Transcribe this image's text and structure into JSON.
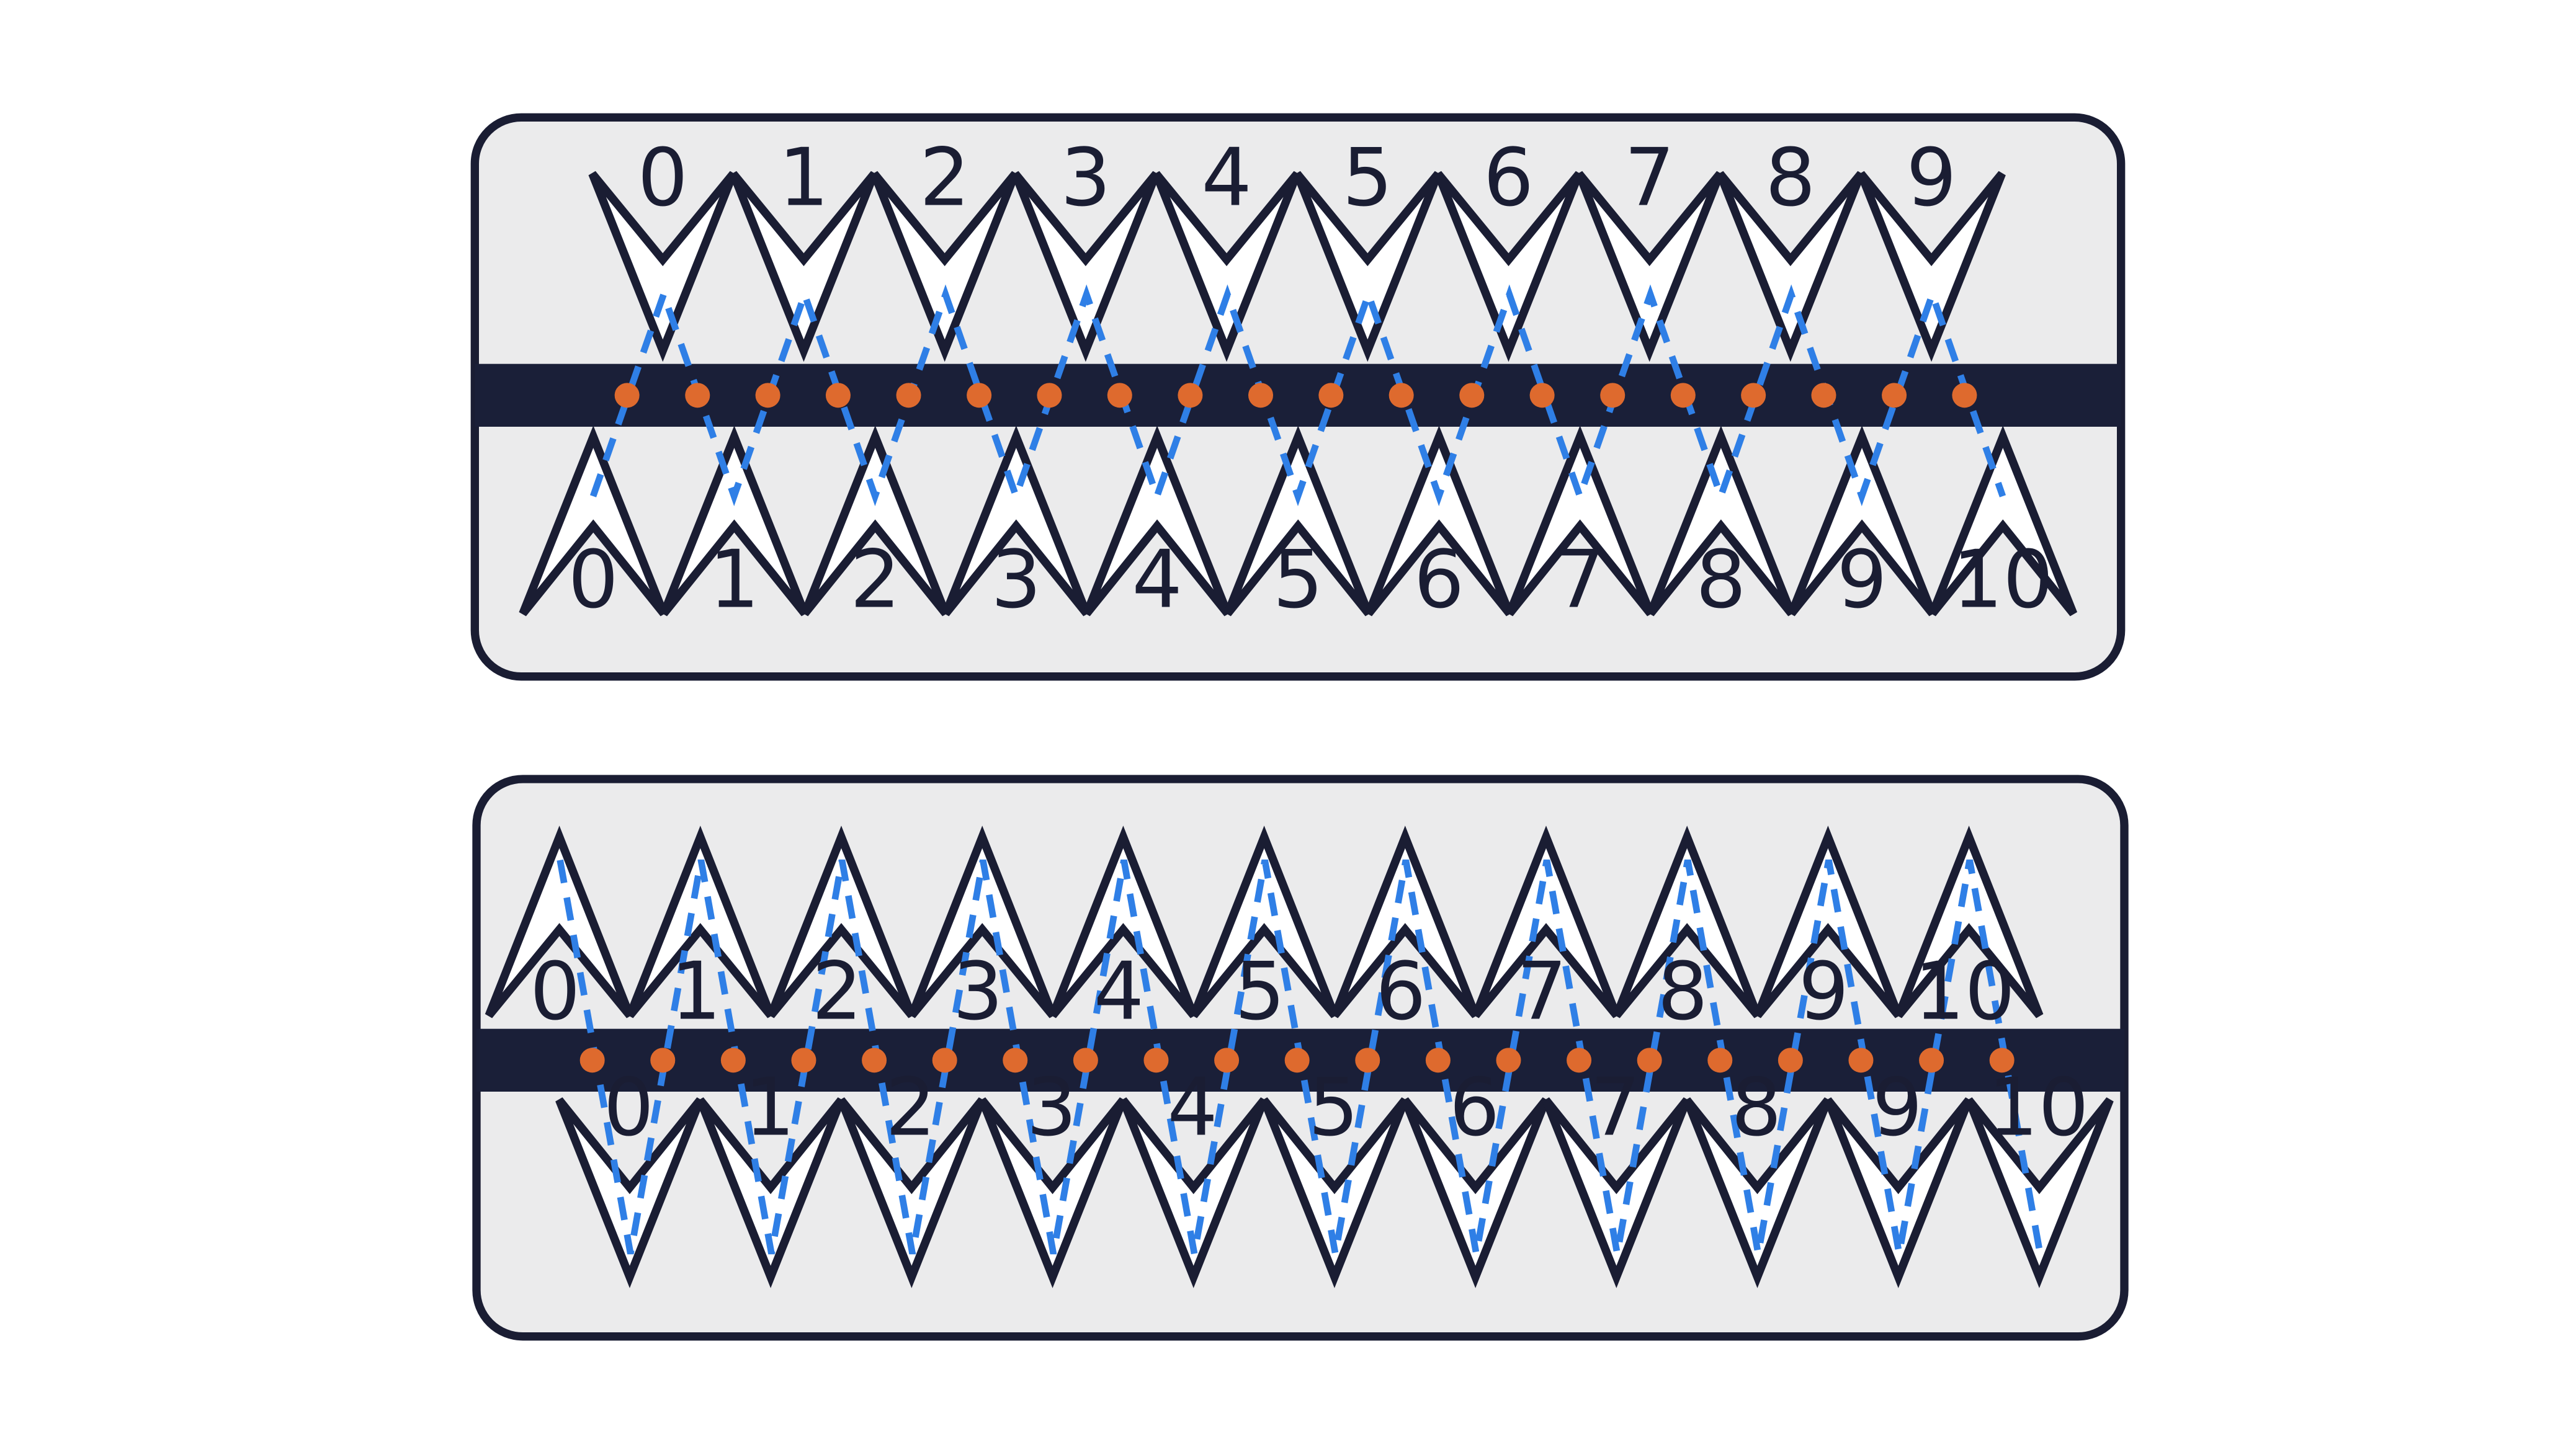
{
  "colors": {
    "background": "#ffffff",
    "panel": "#ebebec",
    "outline": "#1a1d33",
    "band": "#1a1f38",
    "dot": "#de6a2e",
    "dashed_path": "#2f7fe6"
  },
  "panels": [
    {
      "top_labels": [
        "0",
        "1",
        "2",
        "3",
        "4",
        "5",
        "6",
        "7",
        "8",
        "9"
      ],
      "bottom_labels": [
        "0",
        "1",
        "2",
        "3",
        "4",
        "5",
        "6",
        "7",
        "8",
        "9",
        "10"
      ],
      "dot_count": 20
    },
    {
      "top_labels": [
        "0",
        "1",
        "2",
        "3",
        "4",
        "5",
        "6",
        "7",
        "8",
        "9",
        "10"
      ],
      "bottom_labels": [
        "0",
        "1",
        "2",
        "3",
        "4",
        "5",
        "6",
        "7",
        "8",
        "9",
        "10"
      ],
      "dot_count": 21
    }
  ]
}
